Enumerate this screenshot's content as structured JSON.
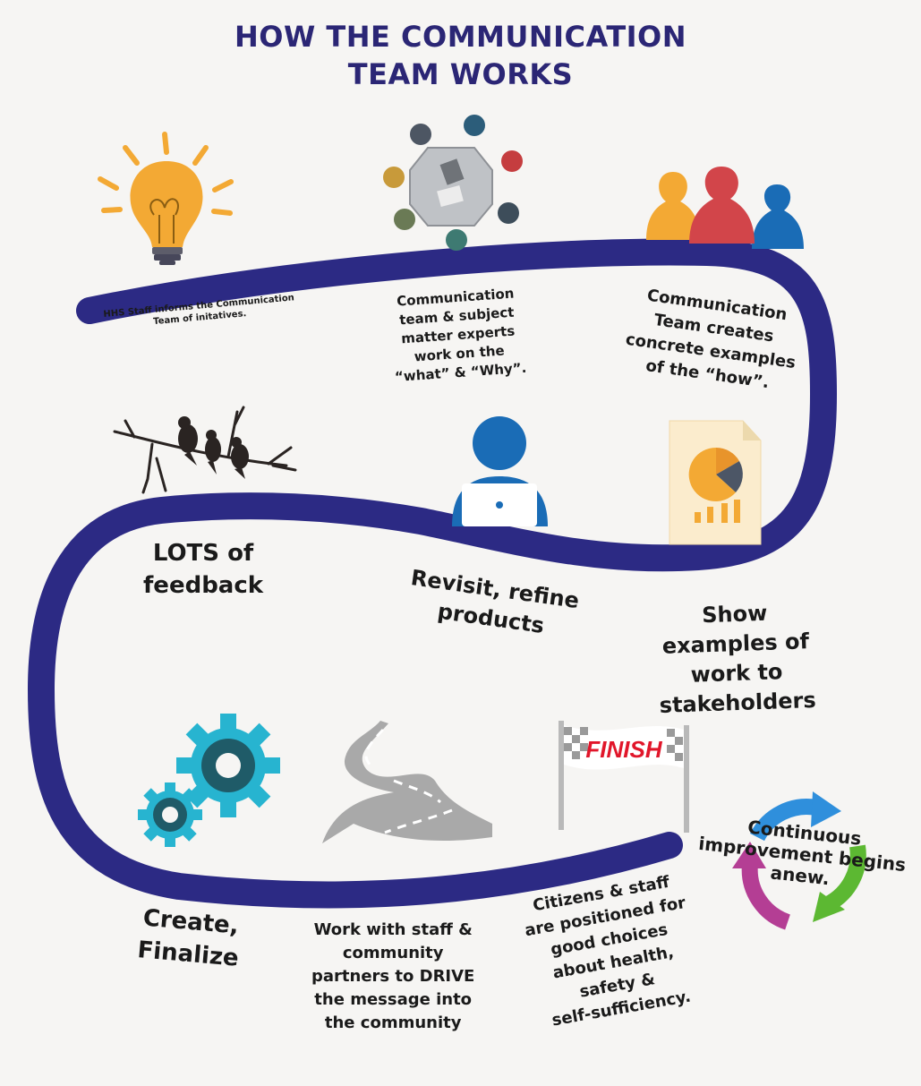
{
  "title": {
    "line1": "HOW THE COMMUNICATION",
    "line2": "TEAM WORKS"
  },
  "steps": [
    {
      "lines": [
        "HHS Staff informs the Communication",
        "Team of initatives."
      ],
      "icon": "lightbulb-icon"
    },
    {
      "lines": [
        "Communication",
        "team & subject",
        "matter experts",
        "work on the",
        "“what” & “Why”."
      ],
      "icon": "meeting-table-icon"
    },
    {
      "lines": [
        "Communication",
        "Team creates",
        "concrete examples",
        "of the “how”."
      ],
      "icon": "people-silhouettes-icon"
    },
    {
      "lines": [
        "Show",
        "examples of",
        "work to",
        "stakeholders"
      ],
      "icon": "report-document-icon"
    },
    {
      "lines": [
        "Revisit, refine",
        "products"
      ],
      "icon": "person-laptop-icon"
    },
    {
      "lines": [
        "LOTS of",
        "feedback"
      ],
      "icon": "birds-on-branch-icon"
    },
    {
      "lines": [
        "Create,",
        "Finalize"
      ],
      "icon": "gears-icon"
    },
    {
      "lines": [
        "Work with staff &",
        "community",
        "partners to DRIVE",
        "the message into",
        "the community"
      ],
      "icon": "winding-road-icon"
    },
    {
      "lines": [
        "Citizens & staff",
        "are positioned for",
        "good choices",
        "about health,",
        "safety &",
        "self-sufficiency."
      ],
      "icon": "finish-flag-icon"
    }
  ],
  "finish_flag_text": "FINISH",
  "cycle": {
    "lines": [
      "Continuous",
      "improvement begins",
      "anew."
    ],
    "icon": "cycle-arrows-icon"
  },
  "colors": {
    "path": "#2c2a84",
    "title": "#2b2675",
    "bulb": "#f3a934",
    "person_blue": "#1a6cb6",
    "person_red": "#d2454a",
    "gear_teal": "#27b4d0",
    "gear_dark": "#1f5b68",
    "road": "#a9a9a9",
    "finish_red": "#e1162a",
    "cycle_blue": "#2f8fdc",
    "cycle_green": "#5cb832",
    "cycle_magenta": "#b43e94"
  }
}
